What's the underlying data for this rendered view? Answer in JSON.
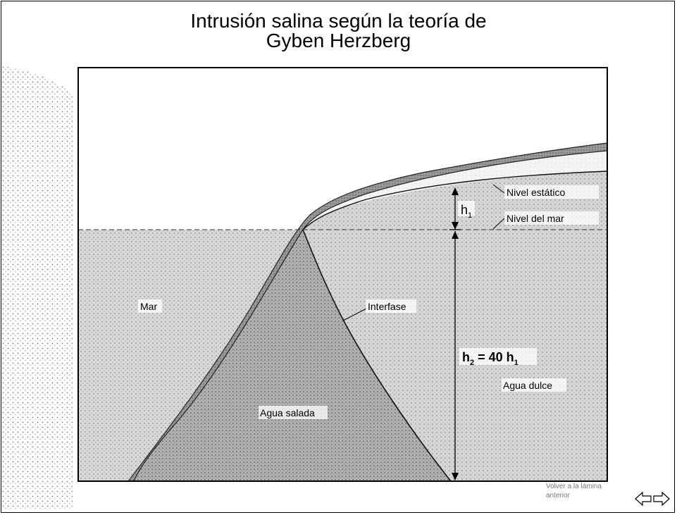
{
  "title": {
    "line1": "Intrusión salina según la teoría de",
    "line2": "Gyben Herzberg"
  },
  "labels": {
    "mar": "Mar",
    "interfase": "Interfase",
    "nivel_estatico": "Nivel estático",
    "nivel_del_mar": "Nivel del mar",
    "agua_salada": "Agua salada",
    "agua_dulce": "Agua dulce",
    "h1": "h",
    "h1_sub": "1",
    "h2_pre": "h",
    "h2_sub": "2",
    "h2_mid": " = 40  h",
    "h2_tail_sub": "1"
  },
  "footer": {
    "note": "Volver a la lámina anterior"
  },
  "icons": [
    "left-arrow-icon",
    "right-arrow-icon"
  ],
  "colors": {
    "frame": "#000000",
    "sea": "#d4d4d4",
    "salt_water": "#a9a9a9",
    "fresh_water": "#cdcdcd",
    "ground_band": "#8e8e8e",
    "sea_level_line": "#444444"
  }
}
